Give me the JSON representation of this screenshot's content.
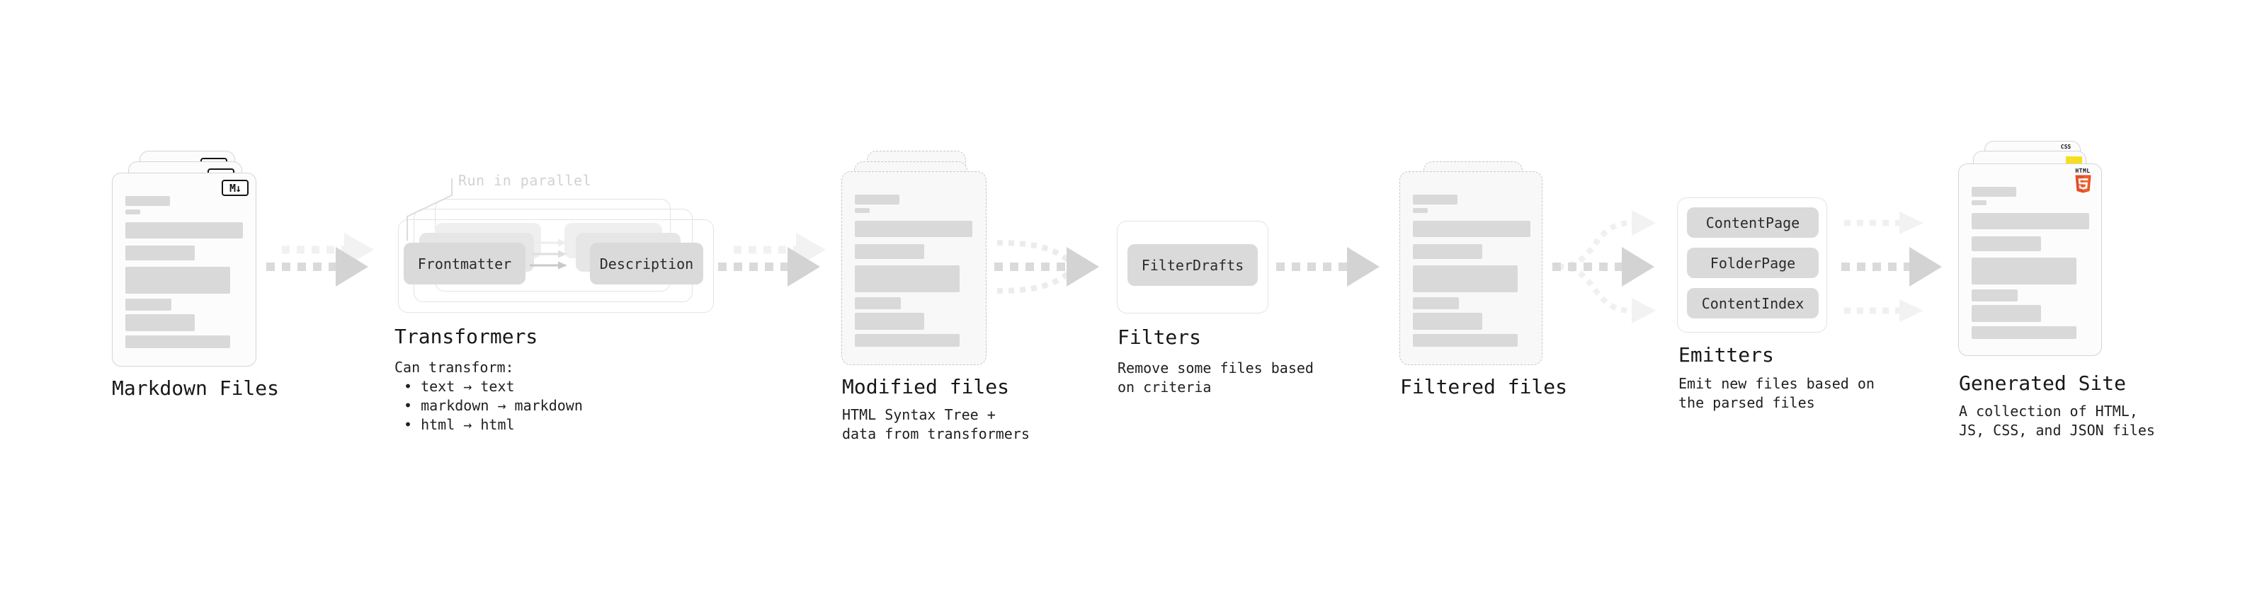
{
  "stages": {
    "markdown": {
      "caption": "Markdown Files",
      "badge": "M↓"
    },
    "transformers": {
      "caption": "Transformers",
      "note": "Run in parallel",
      "pill_left": "Frontmatter",
      "pill_right": "Description",
      "body_title": "Can transform:",
      "bullets": [
        "• text → text",
        "• markdown → markdown",
        "• html → html"
      ]
    },
    "modified": {
      "caption": "Modified files",
      "subtitle1": "HTML Syntax Tree +",
      "subtitle2": "data from transformers"
    },
    "filters": {
      "caption": "Filters",
      "pill": "FilterDrafts",
      "subtitle1": "Remove some files based",
      "subtitle2": "on criteria"
    },
    "filtered": {
      "caption": "Filtered files"
    },
    "emitters": {
      "caption": "Emitters",
      "pills": [
        "ContentPage",
        "FolderPage",
        "ContentIndex"
      ],
      "subtitle1": "Emit new files based on",
      "subtitle2": "the parsed files"
    },
    "generated": {
      "caption": "Generated Site",
      "subtitle1": "A collection of HTML,",
      "subtitle2": "JS, CSS, and JSON files",
      "css_badge": "CSS",
      "html_badge": "HTML"
    }
  },
  "colors": {
    "html5_orange": "#e44d26",
    "html5_orange_light": "#f16529",
    "js_yellow": "#f7df1e",
    "css_blue": "#2965f1",
    "arrow_gray": "#d3d3d3",
    "arrow_ghost": "#f1f1f1"
  }
}
